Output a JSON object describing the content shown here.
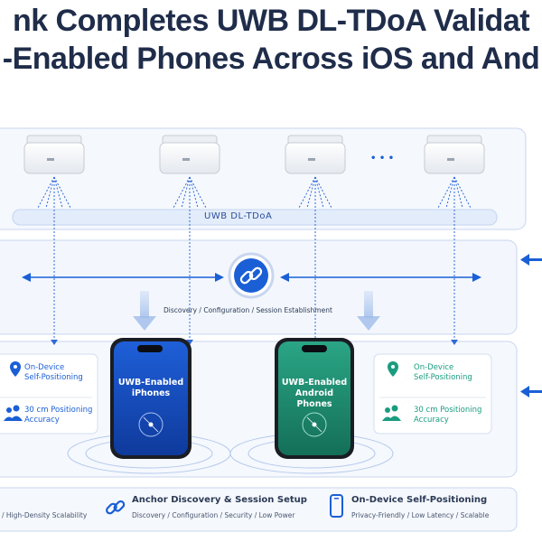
{
  "title": {
    "line1": "nk Completes UWB DL-TDoA Validat",
    "line2": "-Enabled Phones Across iOS and And"
  },
  "top_panel": {
    "band_label": "UWB DL-TDoA",
    "anchor_ellipsis": "• • •"
  },
  "middle_panel": {
    "center_label": "Discovery / Configuration / Session Establishment",
    "link_icon": "link-icon"
  },
  "phones": {
    "iphone": {
      "line1": "UWB-Enabled",
      "line2": "iPhones"
    },
    "android": {
      "line1": "UWB-Enabled",
      "line2": "Android Phones"
    }
  },
  "cards": {
    "left": {
      "item1_line1": "On-Device",
      "item1_line2": "Self-Positioning",
      "item2_line1": "30 cm Positioning",
      "item2_line2": "Accuracy"
    },
    "right": {
      "item1_line1": "On-Device",
      "item1_line2": "Self-Positioning",
      "item2_line1": "30 cm Positioning",
      "item2_line2": "Accuracy"
    }
  },
  "bottom": {
    "left_sub": "/ High-Density Scalability",
    "middle_title": "Anchor Discovery & Session Setup",
    "middle_sub": "Discovery / Configuration / Security / Low Power",
    "right_title": "On-Device Self-Positioning",
    "right_sub": "Privacy-Friendly / Low Latency / Scalable"
  },
  "colors": {
    "title": "#1f2d4a",
    "accent_blue": "#1a5fd6",
    "panel_border": "#c9d6ee",
    "panel_fill": "#f3f7fd",
    "iphone_screen": "#1547b8",
    "android_screen": "#1f8f73",
    "teal": "#1a9c80"
  }
}
